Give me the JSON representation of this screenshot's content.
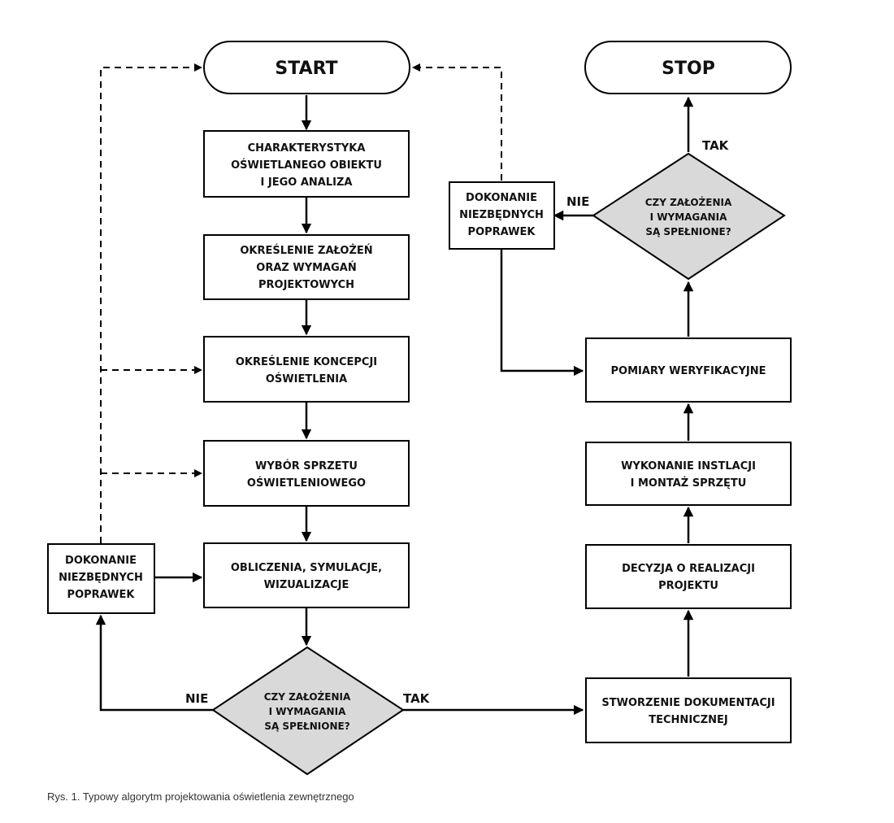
{
  "nodes": {
    "start": "START",
    "stop": "STOP",
    "char": [
      "CHARAKTERYSTYKA",
      "OŚWIETLANEGO OBIEKTU",
      "I JEGO ANALIZA"
    ],
    "okreslenie_zal": [
      "OKREŚLENIE ZAŁOŻEŃ",
      "ORAZ WYMAGAŃ",
      "PROJEKTOWYCH"
    ],
    "koncepcja": [
      "OKREŚLENIE KONCEPCJI",
      "OŚWIETLENIA"
    ],
    "wybor": [
      "WYBÓR SPRZETU",
      "OŚWIETLENIOWEGO"
    ],
    "obliczenia": [
      "OBLICZENIA, SYMULACJE,",
      "WIZUALIZACJE"
    ],
    "poprawki_left": [
      "DOKONANIE",
      "NIEZBĘDNYCH",
      "POPRAWEK"
    ],
    "decision_bottom": [
      "CZY ZAŁOŻENIA",
      "I WYMAGANIA",
      "SĄ SPEŁNIONE?"
    ],
    "dokumentacja": [
      "STWORZENIE DOKUMENTACJI",
      "TECHNICZNEJ"
    ],
    "decyzja": [
      "DECYZJA O REALIZACJI",
      "PROJEKTU"
    ],
    "wykonanie": [
      "WYKONANIE INSTLACJI",
      "I MONTAŻ SPRZĘTU"
    ],
    "pomiary": [
      "POMIARY WERYFIKACYJNE"
    ],
    "poprawki_right": [
      "DOKONANIE",
      "NIEZBĘDNYCH",
      "POPRAWEK"
    ],
    "decision_top": [
      "CZY ZAŁOŻENIA",
      "I WYMAGANIA",
      "SĄ SPEŁNIONE?"
    ]
  },
  "edge_labels": {
    "nie_bottom": "NIE",
    "tak_bottom": "TAK",
    "nie_top": "NIE",
    "tak_top": "TAK"
  },
  "caption": "Rys. 1. Typowy algorytm projektowania oświetlenia zewnętrznego"
}
